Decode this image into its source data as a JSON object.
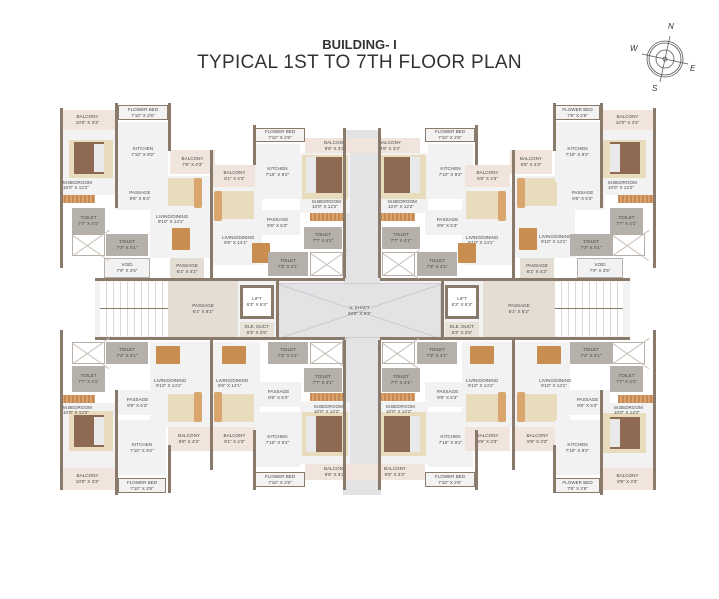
{
  "header": {
    "building": "BUILDING- I",
    "title": "TYPICAL 1ST TO 7TH FLOOR PLAN"
  },
  "compass": {
    "n": "N",
    "s": "S",
    "e": "E",
    "w": "W"
  },
  "core": {
    "v_shaft": {
      "name": "V. SHAFT",
      "size": "28'0\" X 9'3\""
    },
    "lift_left": {
      "name": "LIFT",
      "size": "6'3\" X 6'3\""
    },
    "lift_right": {
      "name": "LIFT",
      "size": "6'3\" X 6'3\""
    },
    "duct_left": {
      "name": "ELE. DUCT",
      "size": "6'3\" X 2'6\""
    },
    "duct_right": {
      "name": "ELE. DUCT",
      "size": "6'3\" X 2'6\""
    },
    "lobby_left": {
      "name": "PASSAGE",
      "size": "6'1\" X 8'2\""
    },
    "lobby_right": {
      "name": "PASSAGE",
      "size": "6'1\" X 8'2\""
    },
    "passage_left_top": {
      "name": "PASSAGE",
      "size": "6'1\" X 4'2\""
    },
    "passage_right_top": {
      "name": "PASSAGE",
      "size": "6'1\" X 4'2\""
    },
    "void_left": {
      "name": "VOID",
      "size": "7'9\" X 3'5\""
    },
    "void_right": {
      "name": "VOID",
      "size": "7'9\" X 3'5\""
    }
  },
  "units": {
    "top_left_outer": {
      "balcony": {
        "name": "BALCONY",
        "size": "10'0\" X 3'3\""
      },
      "flower_bed": {
        "name": "FLOWER BED",
        "size": "7'10\" X 2'6\""
      },
      "kitchen": {
        "name": "KITCHEN",
        "size": "7'10\" X 9'2\""
      },
      "bedroom": {
        "name": "M.BEDROOM",
        "size": "10'0\" X 12'2\""
      },
      "passage": {
        "name": "PASSAGE",
        "size": "9'8\" X 5'3\""
      },
      "toilet1": {
        "name": "TOILET",
        "size": "7'7\" X 4'1\""
      },
      "toilet2": {
        "name": "TOILET",
        "size": "7'3\" X 4'1\""
      },
      "living": {
        "name": "LIVING/DINING",
        "size": "9'10\" X 14'1\""
      },
      "balcony2": {
        "name": "BALCONY",
        "size": "7'8\" X 4'3\""
      }
    },
    "top_left_inner": {
      "balcony2": {
        "name": "BALCONY",
        "size": "8'1\" X 4'3\""
      },
      "living": {
        "name": "LIVING/DINING",
        "size": "9'8\" X 14'1\""
      },
      "flower_bed": {
        "name": "FLOWER BED",
        "size": "7'10\" X 2'6\""
      },
      "kitchen": {
        "name": "KITCHEN",
        "size": "7'10\" X 9'2\""
      },
      "balcony": {
        "name": "BALCONY",
        "size": "9'9\" X 3'3\""
      },
      "bedroom": {
        "name": "M.BEDROOM",
        "size": "10'0\" X 12'2\""
      },
      "passage": {
        "name": "PASSAGE",
        "size": "9'8\" X 5'3\""
      },
      "toilet1": {
        "name": "TOILET",
        "size": "7'7\" X 4'1\""
      },
      "toilet2": {
        "name": "TOILET",
        "size": "7'3\" X 4'1\""
      }
    },
    "top_right_inner": {
      "balcony": {
        "name": "BALCONY",
        "size": "9'9\" X 3'3\""
      },
      "flower_bed": {
        "name": "FLOWER BED",
        "size": "7'10\" X 2'6\""
      },
      "kitchen": {
        "name": "KITCHEN",
        "size": "7'10\" X 9'2\""
      },
      "bedroom": {
        "name": "M.BEDROOM",
        "size": "10'0\" X 12'2\""
      },
      "passage": {
        "name": "PASSAGE",
        "size": "9'8\" X 5'3\""
      },
      "toilet1": {
        "name": "TOILET",
        "size": "7'7\" X 4'1\""
      },
      "toilet2": {
        "name": "TOILET",
        "size": "7'3\" X 4'1\""
      },
      "living": {
        "name": "LIVING/DINING",
        "size": "9'10\" X 14'1\""
      },
      "balcony2": {
        "name": "BALCONY",
        "size": "6'8\" X 4'3\""
      }
    },
    "top_right_outer": {
      "balcony2": {
        "name": "BALCONY",
        "size": "6'8\" X 4'3\""
      },
      "living": {
        "name": "LIVING/DINING",
        "size": "9'10\" X 14'1\""
      },
      "flower_bed": {
        "name": "FLOWER BED",
        "size": "7'8\" X 2'6\""
      },
      "kitchen": {
        "name": "KITCHEN",
        "size": "7'10\" X 9'2\""
      },
      "balcony": {
        "name": "BALCONY",
        "size": "10'0\" X 3'3\""
      },
      "bedroom": {
        "name": "M.BEDROOM",
        "size": "10'0\" X 12'2\""
      },
      "passage": {
        "name": "PASSAGE",
        "size": "9'8\" X 5'3\""
      },
      "toilet1": {
        "name": "TOILET",
        "size": "7'7\" X 4'1\""
      },
      "toilet2": {
        "name": "TOILET",
        "size": "7'3\" X 4'1\""
      }
    },
    "bottom_left_outer": {
      "toilet2": {
        "name": "TOILET",
        "size": "7'3\" X 4'1\""
      },
      "toilet1": {
        "name": "TOILET",
        "size": "7'7\" X 4'1\""
      },
      "passage": {
        "name": "PASSAGE",
        "size": "9'8\" X 5'3\""
      },
      "bedroom": {
        "name": "M.BEDROOM",
        "size": "10'0\" X 12'2\""
      },
      "living": {
        "name": "LIVING/DINING",
        "size": "9'10\" X 14'1\""
      },
      "balcony2": {
        "name": "BALCONY",
        "size": "6'8\" X 4'3\""
      },
      "kitchen": {
        "name": "KITCHEN",
        "size": "7'10\" X 9'2\""
      },
      "balcony": {
        "name": "BALCONY",
        "size": "10'0\" X 3'3\""
      },
      "flower_bed": {
        "name": "FLOWER BED",
        "size": "7'10\" X 2'6\""
      }
    },
    "bottom_left_inner": {
      "living": {
        "name": "LIVING/DINING",
        "size": "9'8\" X 14'1\""
      },
      "balcony2": {
        "name": "BALCONY",
        "size": "8'1\" X 4'3\""
      },
      "toilet2": {
        "name": "TOILET",
        "size": "7'3\" X 4'1\""
      },
      "toilet1": {
        "name": "TOILET",
        "size": "7'7\" X 4'1\""
      },
      "passage": {
        "name": "PASSAGE",
        "size": "9'8\" X 5'3\""
      },
      "bedroom": {
        "name": "M.BEDROOM",
        "size": "10'0\" X 12'2\""
      },
      "kitchen": {
        "name": "KITCHEN",
        "size": "7'10\" X 9'2\""
      },
      "balcony": {
        "name": "BALCONY",
        "size": "9'9\" X 3'3\""
      },
      "flower_bed": {
        "name": "FLOWER BED",
        "size": "7'10\" X 2'6\""
      }
    },
    "bottom_right_inner": {
      "toilet2": {
        "name": "TOILET",
        "size": "7'3\" X 4'1\""
      },
      "toilet1": {
        "name": "TOILET",
        "size": "7'7\" X 4'1\""
      },
      "passage": {
        "name": "PASSAGE",
        "size": "9'8\" X 5'3\""
      },
      "bedroom": {
        "name": "M.BEDROOM",
        "size": "10'0\" X 12'2\""
      },
      "living": {
        "name": "LIVING/DINING",
        "size": "9'10\" X 14'1\""
      },
      "balcony2": {
        "name": "BALCONY",
        "size": "8'9\" X 3'3\""
      },
      "kitchen": {
        "name": "KITCHEN",
        "size": "7'10\" X 9'2\""
      },
      "balcony": {
        "name": "BALCONY",
        "size": "9'8\" X 3'3\""
      },
      "flower_bed": {
        "name": "FLOWER BED",
        "size": "7'10\" X 2'6\""
      }
    },
    "bottom_right_outer": {
      "living": {
        "name": "LIVING/DINING",
        "size": "9'10\" X 14'1\""
      },
      "balcony2": {
        "name": "BALCONY",
        "size": "9'9\" X 3'3\""
      },
      "toilet2": {
        "name": "TOILET",
        "size": "7'3\" X 4'1\""
      },
      "toilet1": {
        "name": "TOILET",
        "size": "7'7\" X 4'1\""
      },
      "passage": {
        "name": "PASSAGE",
        "size": "9'8\" X 5'3\""
      },
      "bedroom": {
        "name": "M.BEDROOM",
        "size": "10'0\" X 12'2\""
      },
      "kitchen": {
        "name": "KITCHEN",
        "size": "7'10\" X 9'2\""
      },
      "balcony": {
        "name": "BALCONY",
        "size": "9'9\" X 3'3\""
      },
      "flower_bed": {
        "name": "FLOWER BED",
        "size": "7'8\" X 2'6\""
      }
    }
  }
}
